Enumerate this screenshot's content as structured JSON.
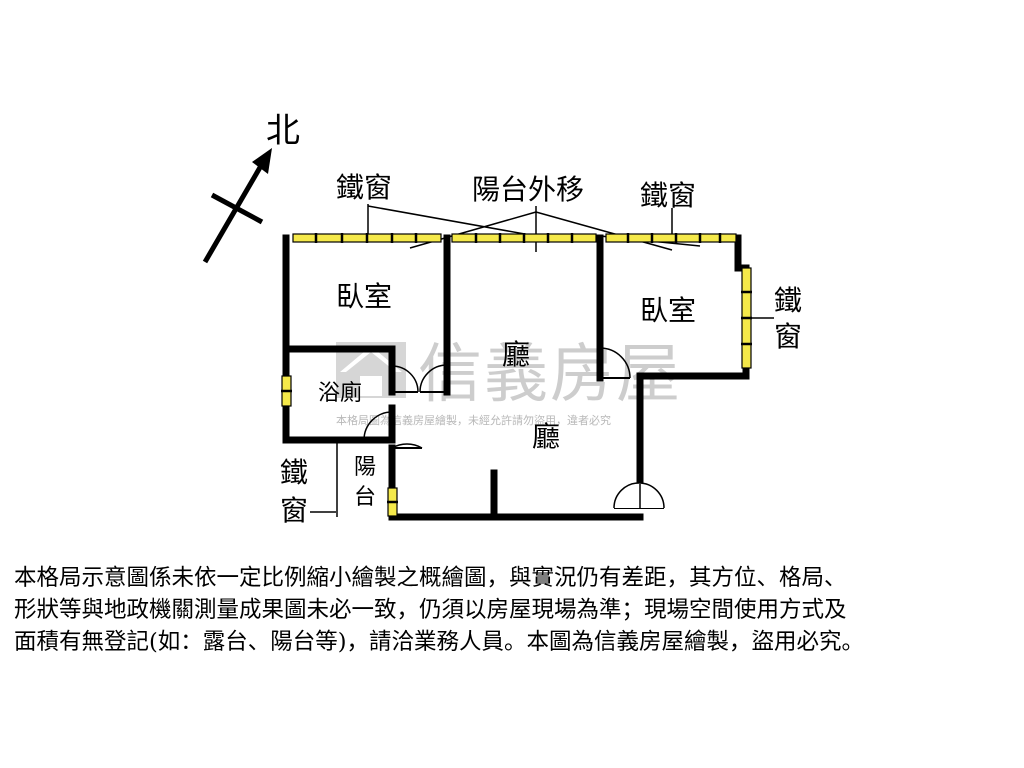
{
  "compass": {
    "north": "北"
  },
  "labels": {
    "iron_window_top_left": "鐵窗",
    "balcony_moved_out": "陽台外移",
    "iron_window_top_right": "鐵窗",
    "iron_window_right": [
      "鐵",
      "窗"
    ],
    "iron_window_left": [
      "鐵",
      "窗"
    ]
  },
  "rooms": {
    "bedroom_left": "臥室",
    "bedroom_right": "臥室",
    "bathroom": "浴廁",
    "living_upper": "廳",
    "living_lower": "廳",
    "balcony": [
      "陽",
      "台"
    ]
  },
  "watermark": {
    "brand": "信義房屋",
    "notice": "本格局圖為信義房屋繪製，未經允許請勿盜用，違者必究"
  },
  "disclaimer": {
    "lines": [
      "本格局示意圖係未依一定比例縮小繪製之概繪圖，與實況仍有差距，其方位、格局、",
      "形狀等與地政機關測量成果圖未必一致，仍須以房屋現場為準；現場空間使用方式及",
      "面積有無登記(如：露台、陽台等)，請洽業務人員。本圖為信義房屋繪製，盜用必究。"
    ]
  },
  "colors": {
    "wall": "#000000",
    "window_fill": "#f5e94a",
    "watermark": "#cfcfcf"
  }
}
